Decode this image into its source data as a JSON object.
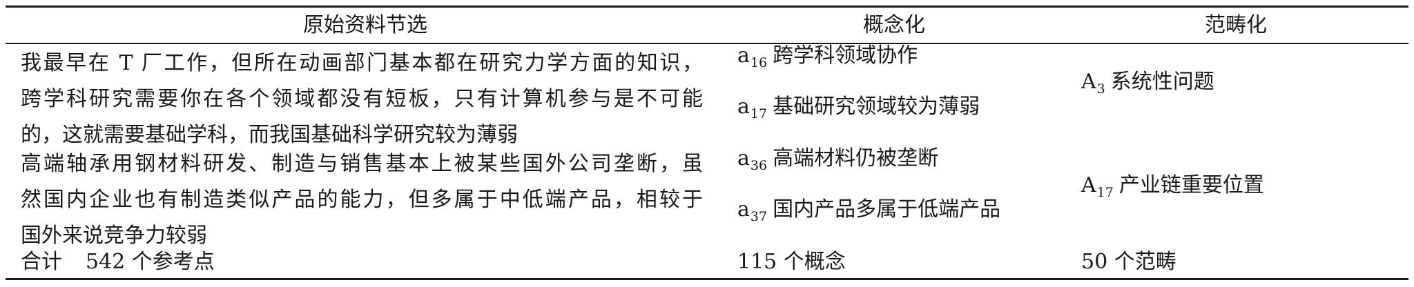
{
  "table": {
    "headers": [
      "原始资料节选",
      "概念化",
      "范畴化"
    ],
    "groups": [
      {
        "source_lines": [
          "我最早在 T 厂工作，但所在动画部门基本都在研究力学方面的知识，",
          "跨学科研究需要你在各个领域都没有短板，只有计算机参与是不可能",
          "的，这就需要基础学科，而我国基础科学研究较为薄弱"
        ],
        "concepts": [
          {
            "code": "a",
            "sub": "16",
            "text": "跨学科领域协作"
          },
          {
            "code": "a",
            "sub": "17",
            "text": "基础研究领域较为薄弱"
          }
        ],
        "category": {
          "code": "A",
          "sub": "3",
          "text": "系统性问题"
        }
      },
      {
        "source_lines": [
          "高端轴承用钢材料研发、制造与销售基本上被某些国外公司垄断，虽",
          "然国内企业也有制造类似产品的能力，但多属于中低端产品，相较于",
          "国外来说竞争力较弱"
        ],
        "concepts": [
          {
            "code": "a",
            "sub": "36",
            "text": "高端材料仍被垄断"
          },
          {
            "code": "a",
            "sub": "37",
            "text": "国内产品多属于低端产品"
          }
        ],
        "category": {
          "code": "A",
          "sub": "17",
          "text": "产业链重要位置"
        }
      }
    ],
    "total": {
      "label": "合计",
      "refs": "542 个参考点",
      "concepts": "115 个概念",
      "categories": "50 个范畴"
    }
  }
}
